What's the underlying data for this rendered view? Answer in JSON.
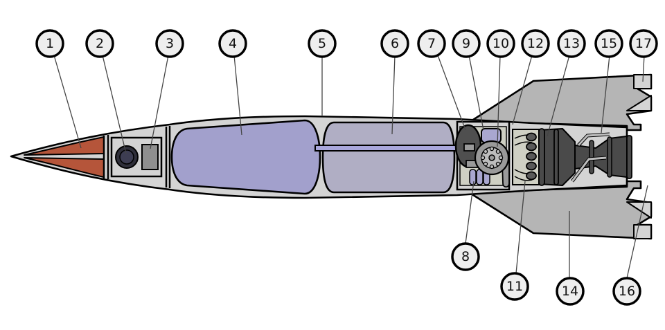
{
  "title": "Rocket cutaway diagram (V-2)",
  "colors": {
    "warhead": "#b5553a",
    "hull": "#d4d4d4",
    "fins": "#b5b5b5",
    "tank_fuel": "#a2a0cc",
    "tank_oxidizer": "#b0aec4",
    "engine": "#4a4a4a",
    "pump": "#9a9a9a",
    "label_fill": "#eeeeee"
  },
  "labels": [
    {
      "id": 1,
      "text": "1"
    },
    {
      "id": 2,
      "text": "2"
    },
    {
      "id": 3,
      "text": "3"
    },
    {
      "id": 4,
      "text": "4"
    },
    {
      "id": 5,
      "text": "5"
    },
    {
      "id": 6,
      "text": "6"
    },
    {
      "id": 7,
      "text": "7"
    },
    {
      "id": 8,
      "text": "8"
    },
    {
      "id": 9,
      "text": "9"
    },
    {
      "id": 10,
      "text": "10"
    },
    {
      "id": 11,
      "text": "11"
    },
    {
      "id": 12,
      "text": "12"
    },
    {
      "id": 13,
      "text": "13"
    },
    {
      "id": 14,
      "text": "14"
    },
    {
      "id": 15,
      "text": "15"
    },
    {
      "id": 16,
      "text": "16"
    },
    {
      "id": 17,
      "text": "17"
    }
  ]
}
